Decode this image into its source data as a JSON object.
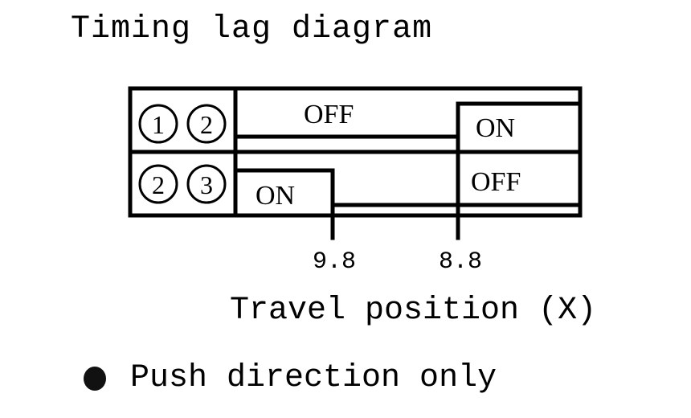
{
  "title": "Timing lag diagram",
  "rows": [
    {
      "contacts": [
        "1",
        "2"
      ],
      "state_before": "OFF",
      "state_after": "ON",
      "switch_at": "8.8"
    },
    {
      "contacts": [
        "2",
        "3"
      ],
      "state_before": "ON",
      "state_after": "OFF",
      "switch_at": "9.8"
    }
  ],
  "ticks": [
    "9.8",
    "8.8"
  ],
  "axis_label": "Travel position (X)",
  "note": "Push direction only",
  "colors": {
    "line": "#000000",
    "background": "#ffffff"
  }
}
